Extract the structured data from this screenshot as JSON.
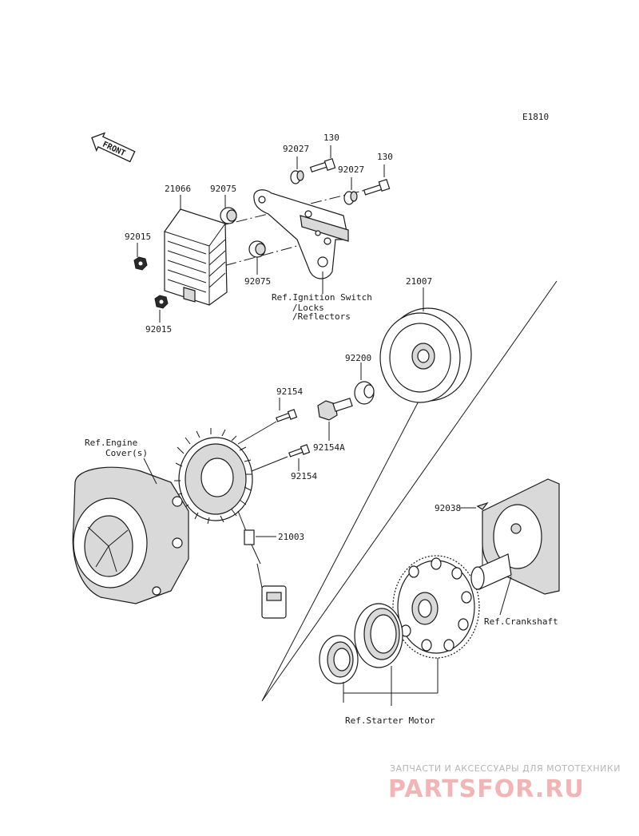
{
  "diagram_code": "E1810",
  "front_label": "FRONT",
  "labels": {
    "p130a": "130",
    "p130b": "130",
    "p92027a": "92027",
    "p92027b": "92027",
    "p21066": "21066",
    "p92075a": "92075",
    "p92075b": "92075",
    "p92015a": "92015",
    "p92015b": "92015",
    "ref_ignition_1": "Ref.Ignition Switch",
    "ref_ignition_2": "/Locks",
    "ref_ignition_3": "/Reflectors",
    "p21007": "21007",
    "p92200": "92200",
    "p92154a": "92154",
    "p92154b": "92154",
    "p92154A": "92154A",
    "ref_engine_1": "Ref.Engine",
    "ref_engine_2": "Cover(s)",
    "p21003": "21003",
    "p92038": "92038",
    "ref_crankshaft": "Ref.Crankshaft",
    "ref_starter": "Ref.Starter Motor"
  },
  "watermark": {
    "top": "ЗАПЧАСТИ И АКСЕССУАРЫ ДЛЯ МОТОТЕХНИКИ",
    "logo": "PARTSFOR.RU"
  }
}
